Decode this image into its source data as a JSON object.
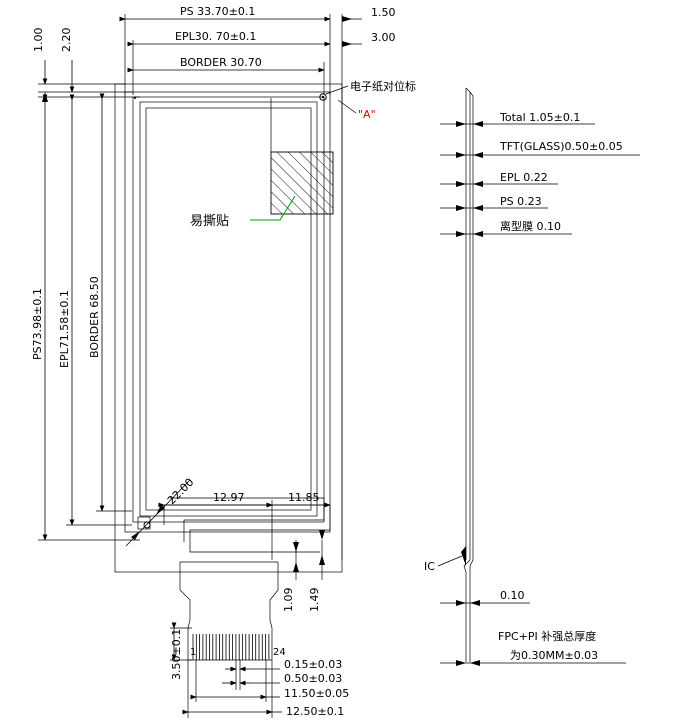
{
  "top_dims": {
    "ps_width": "PS 33.70±0.1",
    "right_margin_ps": "1.50",
    "epl_width": "EPL30. 70±0.1",
    "right_margin_epl": "3.00",
    "border_width": "BORDER 30.70"
  },
  "left_dims": {
    "top_offset_1": "1.00",
    "top_offset_2": "2.20",
    "ps_height": "PS73.98±0.1",
    "epl_height": "EPL71.58±0.1",
    "border_height": "BORDER 68.50"
  },
  "callouts": {
    "alignment_mark": "电子纸对位标",
    "detail_a": "\"A\"",
    "easy_tear_label": "易撕贴"
  },
  "bottom_dims": {
    "corner_diag": "22.00",
    "left_offset": "12.97",
    "right_offset": "11.85",
    "fpc_gap_1": "1.09",
    "fpc_gap_2": "1.49",
    "connector_height": "3.50±0.1",
    "pin_first": "1",
    "pin_last": "24",
    "pin_width": "0.15±0.03",
    "pin_pitch": "0.50±0.03",
    "pin_span": "11.50±0.05",
    "fpc_width": "12.50±0.1"
  },
  "side_view": {
    "total": "Total 1.05±0.1",
    "tft": "TFT(GLASS)0.50±0.05",
    "epl": "EPL 0.22",
    "ps": "PS 0.23",
    "release_film": "离型膜 0.10",
    "ic_label": "IC",
    "fpc_offset": "0.10",
    "stiffener_line1": "FPC+PI  补强总厚度",
    "stiffener_line2": "为0.30MM±0.03"
  }
}
